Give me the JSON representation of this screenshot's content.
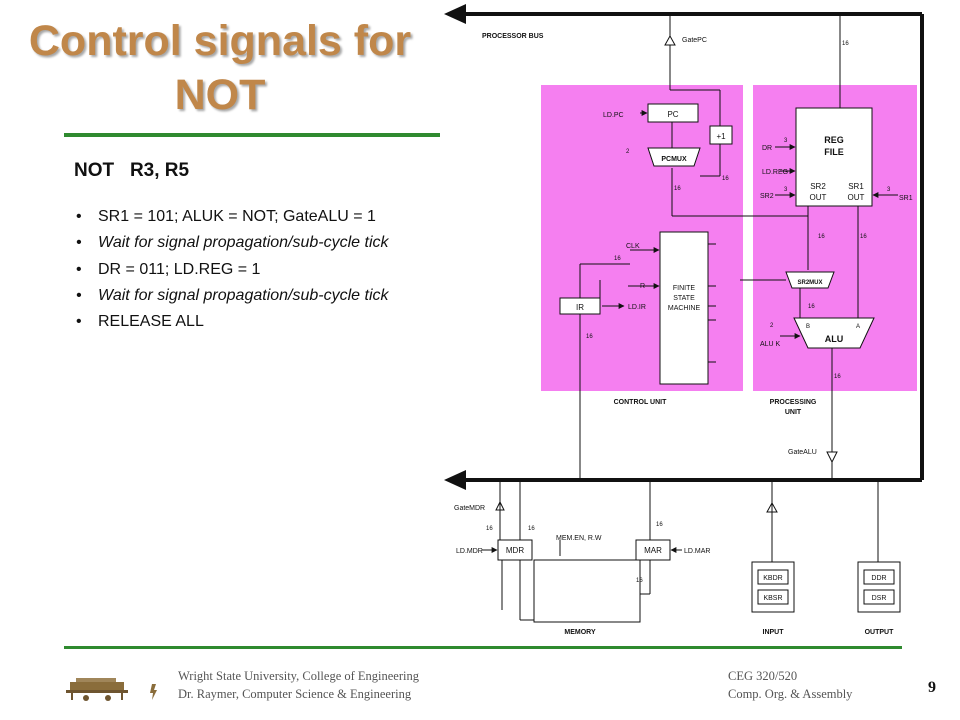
{
  "slide": {
    "title_line1": "Control signals for",
    "title_line2": "NOT",
    "heading": "NOT   R3, R5",
    "bullets": [
      {
        "text": "SR1 = 101; ALUK = NOT; GateALU = 1",
        "italic": false
      },
      {
        "text": "Wait for signal propagation/sub-cycle tick",
        "italic": true
      },
      {
        "text": "DR = 011; LD.REG = 1",
        "italic": false
      },
      {
        "text": "Wait for signal propagation/sub-cycle tick",
        "italic": true
      },
      {
        "text": "RELEASE  ALL",
        "italic": false
      }
    ]
  },
  "diagram": {
    "processor_bus": "PROCESSOR BUS",
    "gate_pc": "GatePC",
    "gate_alu": "GateALU",
    "gate_mdr": "GateMDR",
    "pc": "PC",
    "ld_pc": "LD.PC",
    "plus_one": "+1",
    "pcmux": "PCMUX",
    "reg_file_1": "REG",
    "reg_file_2": "FILE",
    "dr": "DR",
    "ld_reg": "LD.REG",
    "sr2": "SR2",
    "sr1": "SR1",
    "sr2_out_1": "SR2",
    "sr2_out_2": "OUT",
    "sr1_out_1": "SR1",
    "sr1_out_2": "OUT",
    "clk": "CLK",
    "r": "R",
    "ir": "IR",
    "ld_ir": "LD.IR",
    "fsm_1": "FINITE",
    "fsm_2": "STATE",
    "fsm_3": "MACHINE",
    "sr2mux": "SR2MUX",
    "alu": "ALU",
    "aluk": "ALU K",
    "alu_b": "B",
    "alu_a": "A",
    "control_unit": "CONTROL UNIT",
    "processing_unit_1": "PROCESSING",
    "processing_unit_2": "UNIT",
    "mdr": "MDR",
    "mar": "MAR",
    "ld_mdr": "LD.MDR",
    "ld_mar": "LD.MAR",
    "mem_en": "MEM.EN, R.W",
    "memory": "MEMORY",
    "kbdr": "KBDR",
    "kbsr": "KBSR",
    "ddr": "DDR",
    "dsr": "DSR",
    "input": "INPUT",
    "output": "OUTPUT",
    "w16": "16",
    "w3": "3",
    "w2": "2"
  },
  "footer": {
    "university": "Wright State University,  College of Engineering",
    "department": "Dr. Raymer, Computer Science & Engineering",
    "course": "CEG 320/520",
    "course_name": "Comp. Org. & Assembly",
    "page_number": "9"
  },
  "colors": {
    "title": "#c0874a",
    "rule": "#2f8a2f",
    "unit_fill": "#f57ff0",
    "footer_text": "#555555"
  }
}
